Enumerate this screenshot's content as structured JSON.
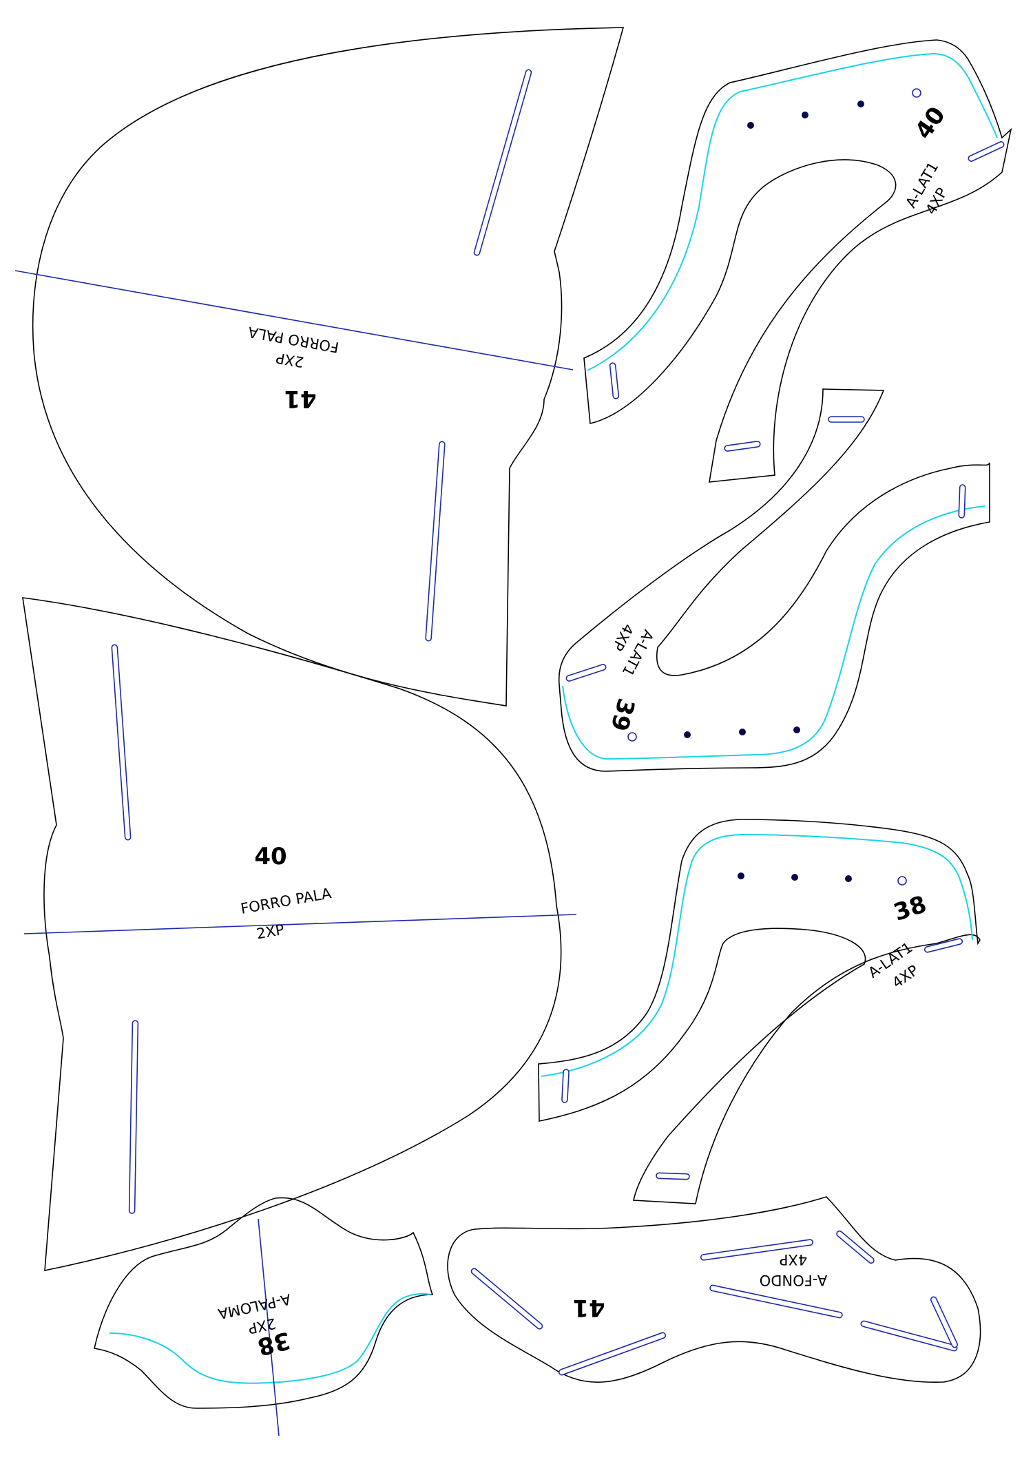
{
  "pieces": {
    "forro_pala_41": {
      "name": "FORRO PALA",
      "qty": "2XP",
      "size": "41"
    },
    "forro_pala_40": {
      "name": "FORRO PALA",
      "qty": "2XP",
      "size": "40"
    },
    "a_lat1_40": {
      "name": "A-LAT1",
      "qty": "4XP",
      "size": "40"
    },
    "a_lat1_39": {
      "name": "A-LAT1",
      "qty": "4XP",
      "size": "39"
    },
    "a_lat1_38": {
      "name": "A-LAT1",
      "qty": "4XP",
      "size": "38"
    },
    "a_paloma_38": {
      "name": "A-PALOMA",
      "qty": "2XP",
      "size": "38"
    },
    "a_fondo_41": {
      "name": "A-FONDO",
      "qty": "4XP",
      "size": "41"
    }
  },
  "colors": {
    "outline": "#000000",
    "seam_allowance": "#19d4e6",
    "grain_line": "#1c2aa8",
    "punch_hole": "#0a0a4a"
  }
}
